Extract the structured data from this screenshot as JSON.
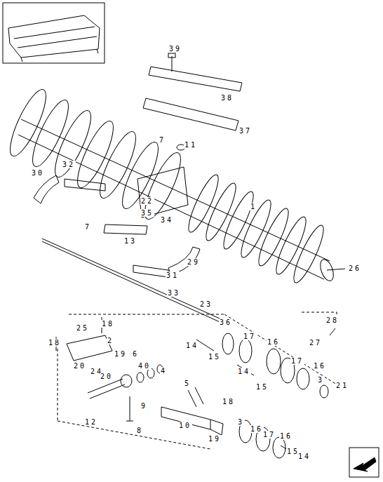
{
  "diagram": {
    "labels": [
      "39",
      "38",
      "37",
      "7",
      "11",
      "30",
      "32",
      "22",
      "35",
      "34",
      "7",
      "13",
      "1",
      "29",
      "31",
      "33",
      "26",
      "23",
      "28",
      "27",
      "25",
      "18",
      "18",
      "2",
      "19",
      "36",
      "17",
      "16",
      "14",
      "15",
      "6",
      "20",
      "24",
      "40",
      "4",
      "20",
      "17",
      "16",
      "14",
      "15",
      "3",
      "21",
      "5",
      "9",
      "12",
      "8",
      "18",
      "10",
      "3",
      "16",
      "17",
      "16",
      "19",
      "15",
      "14"
    ]
  }
}
